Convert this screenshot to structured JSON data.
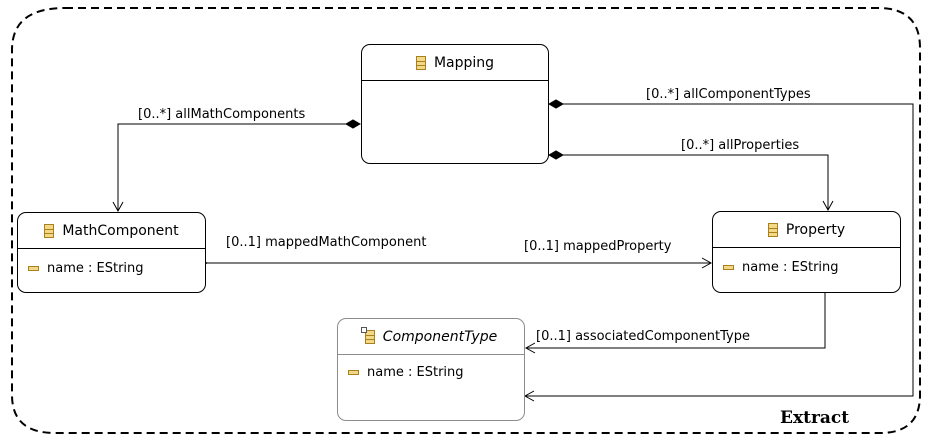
{
  "package": {
    "label": "Extract"
  },
  "classes": {
    "mapping": {
      "name": "Mapping"
    },
    "math_component": {
      "name": "MathComponent",
      "attributes": [
        "name : EString"
      ]
    },
    "property": {
      "name": "Property",
      "attributes": [
        "name : EString"
      ]
    },
    "component_type": {
      "name": "ComponentType",
      "abstract": true,
      "attributes": [
        "name : EString"
      ]
    }
  },
  "references": {
    "all_math_components": "[0..*] allMathComponents",
    "all_component_types": "[0..*] allComponentTypes",
    "all_properties": "[0..*] allProperties",
    "mapped_math_component": "[0..1] mappedMathComponent",
    "mapped_property": "[0..1] mappedProperty",
    "associated_component_type": "[0..1] associatedComponentType"
  },
  "icons": {
    "class": "eclass-icon",
    "abstract_class": "abstract-eclass-icon",
    "attribute": "eattribute-icon"
  }
}
